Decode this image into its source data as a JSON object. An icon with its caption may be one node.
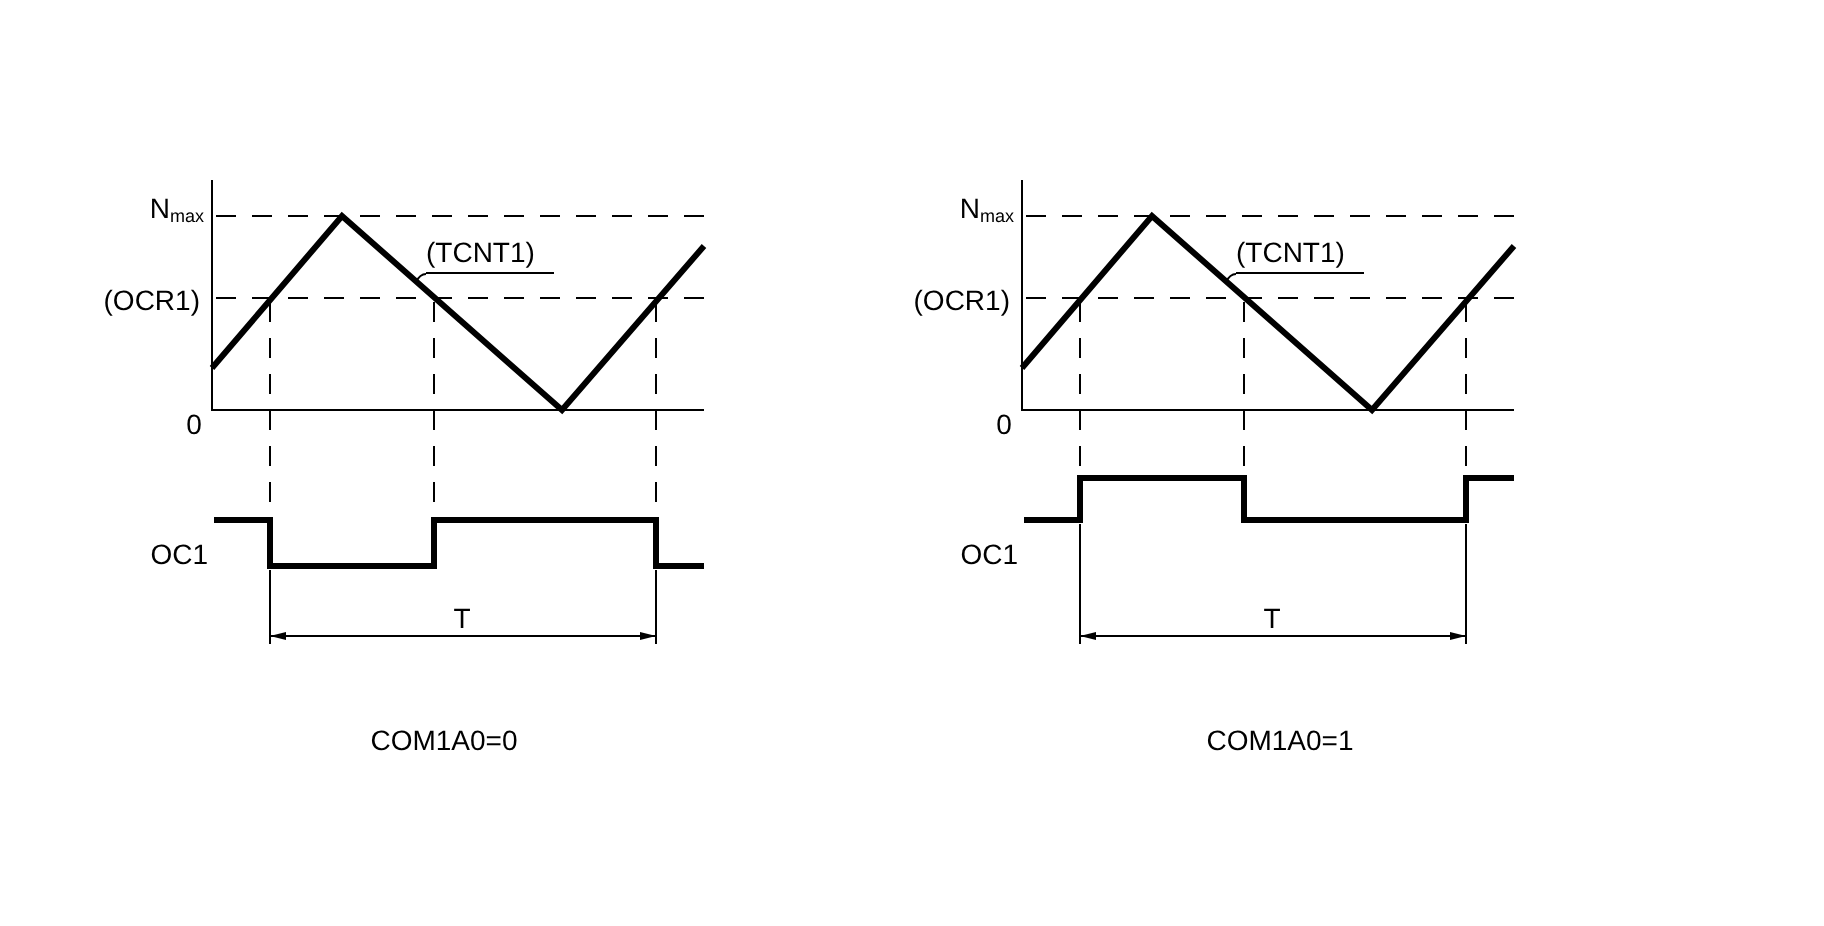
{
  "diagram": {
    "nodes": [
      {
        "text": [
          "(TCNT1)"
        ]
      },
      {
        "text": [
          "(TCNT1)"
        ]
      }
    ],
    "edges": [
      {
        "from": 0,
        "to": null,
        "arrow": "none"
      },
      {
        "from": 1,
        "to": null,
        "arrow": "none"
      }
    ],
    "labels": [
      "N$_{max}$",
      "(OCR1)",
      "0",
      "OC1",
      "T",
      "COM1A0=0",
      "N$_{max}$",
      "(OCR1)",
      "0",
      "OC1",
      "T",
      "COM1A0=1"
    ]
  }
}
